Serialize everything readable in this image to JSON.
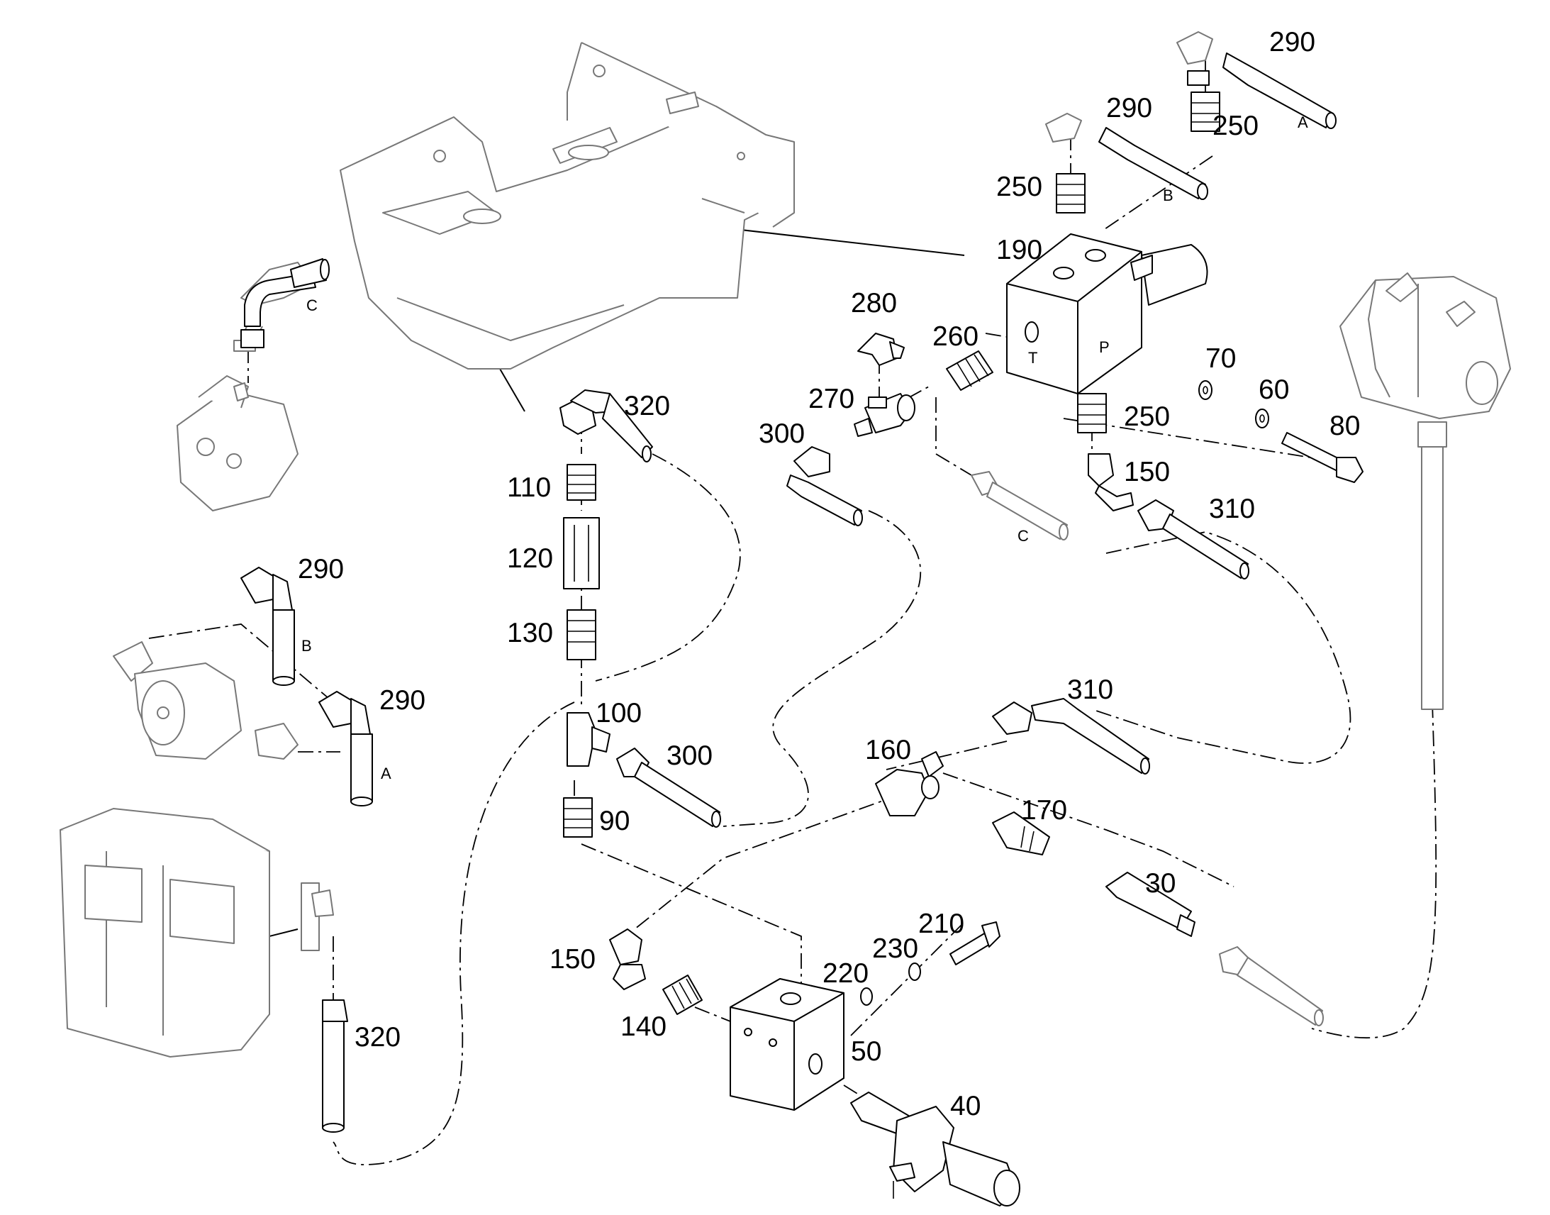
{
  "callouts": {
    "c290a": "290",
    "c290b": "290",
    "c290c": "290",
    "c290d": "290",
    "c250a": "250",
    "c250b": "250",
    "c250c": "250",
    "c190": "190",
    "c280": "280",
    "c260": "260",
    "c270": "270",
    "c300a": "300",
    "c300b": "300",
    "c320a": "320",
    "c320b": "320",
    "c110": "110",
    "c120": "120",
    "c130": "130",
    "c100": "100",
    "c90": "90",
    "c70": "70",
    "c60": "60",
    "c80": "80",
    "c150a": "150",
    "c150b": "150",
    "c310a": "310",
    "c310b": "310",
    "c160": "160",
    "c170": "170",
    "c30": "30",
    "c210": "210",
    "c230": "230",
    "c220": "220",
    "c140": "140",
    "c50": "50",
    "c40": "40"
  },
  "letters": {
    "hoseA_top": "A",
    "hoseB_top": "B",
    "hoseC_pump": "C",
    "hoseC_mid": "C",
    "hoseB_motor": "B",
    "hoseA_motor": "A",
    "portT": "T",
    "portP": "P"
  }
}
